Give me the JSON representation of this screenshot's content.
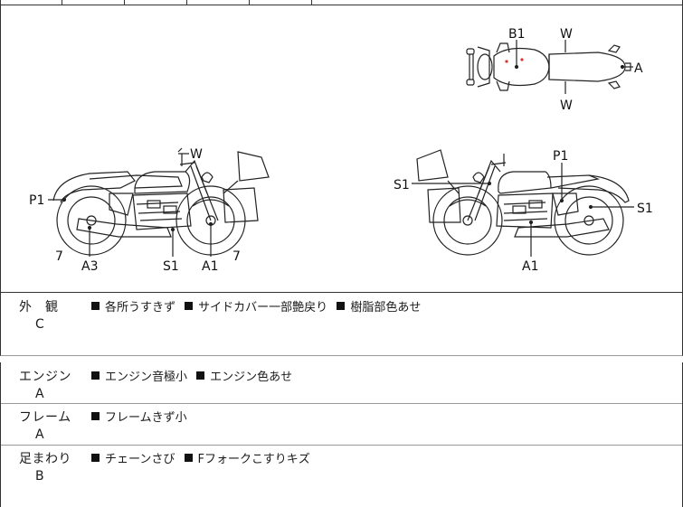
{
  "diagram": {
    "top_view_labels": {
      "b1": "B1",
      "w_top": "W",
      "w_bottom": "W",
      "a": "A"
    },
    "left_view_labels": {
      "w": "W",
      "p1": "P1",
      "seven_left": "7",
      "seven_right": "7",
      "a3": "A3",
      "s1": "S1",
      "a1": "A1"
    },
    "right_view_labels": {
      "s1_left": "S1",
      "p1": "P1",
      "s1_right": "S1",
      "a1": "A1"
    }
  },
  "rows": [
    {
      "category": "外　観",
      "grade": "C",
      "notes": [
        "各所うすきず",
        "サイドカバー一部艶戻り",
        "樹脂部色あせ"
      ]
    },
    {
      "category": "エンジン",
      "grade": "A",
      "notes": [
        "エンジン音極小",
        "エンジン色あせ"
      ]
    },
    {
      "category": "フレーム",
      "grade": "A",
      "notes": [
        "フレームきず小"
      ]
    },
    {
      "category": "足まわり",
      "grade": "B",
      "notes": [
        "チェーンさび",
        "Fフォークこすりキズ"
      ]
    }
  ]
}
